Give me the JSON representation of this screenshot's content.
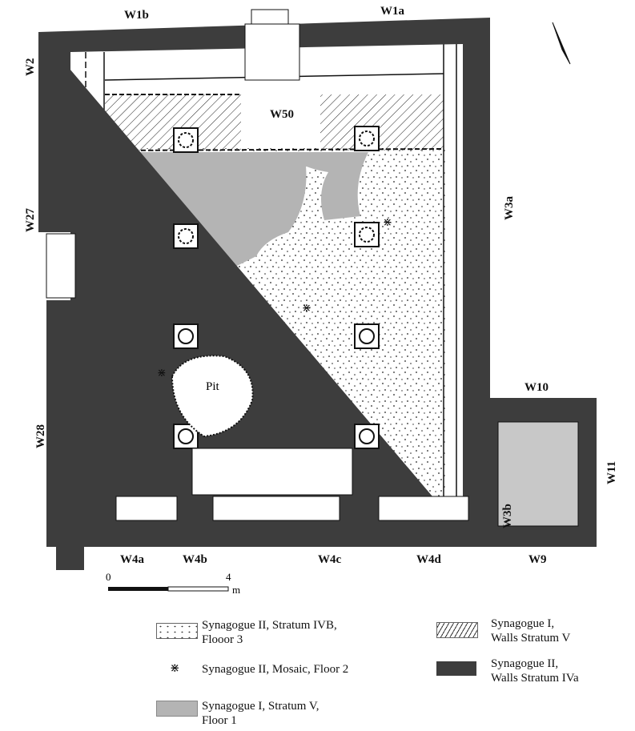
{
  "plan": {
    "wall_labels": {
      "w1b": "W1b",
      "w1a": "W1a",
      "w2": "W2",
      "w27": "W27",
      "w28": "W28",
      "w3a": "W3a",
      "w3b": "W3b",
      "w10": "W10",
      "w11": "W11",
      "w9": "W9",
      "w4a": "W4a",
      "w4b": "W4b",
      "w4c": "W4c",
      "w4d": "W4d",
      "w50": "W50"
    },
    "pit_label": "Pit",
    "scale": {
      "start": "0",
      "end": "4",
      "unit": "m"
    }
  },
  "legend": [
    {
      "label_line1": "Synagogue II, Stratum IVB,",
      "label_line2": "Flooor 3",
      "swatch": "dotted"
    },
    {
      "label_line1": "Synagogue II, Mosaic, Floor 2",
      "label_line2": "",
      "swatch": "mosaic"
    },
    {
      "label_line1": "Synagogue I, Stratum V,",
      "label_line2": "Floor 1",
      "swatch": "gray"
    },
    {
      "label_line1": "Synagogue I,",
      "label_line2": " Walls Stratum V",
      "swatch": "hatched"
    },
    {
      "label_line1": "Synagogue II,",
      "label_line2": "Walls Stratum IVa",
      "swatch": "dark"
    }
  ],
  "colors": {
    "wall": "#3d3d3d",
    "floor1": "#b4b4b4"
  }
}
